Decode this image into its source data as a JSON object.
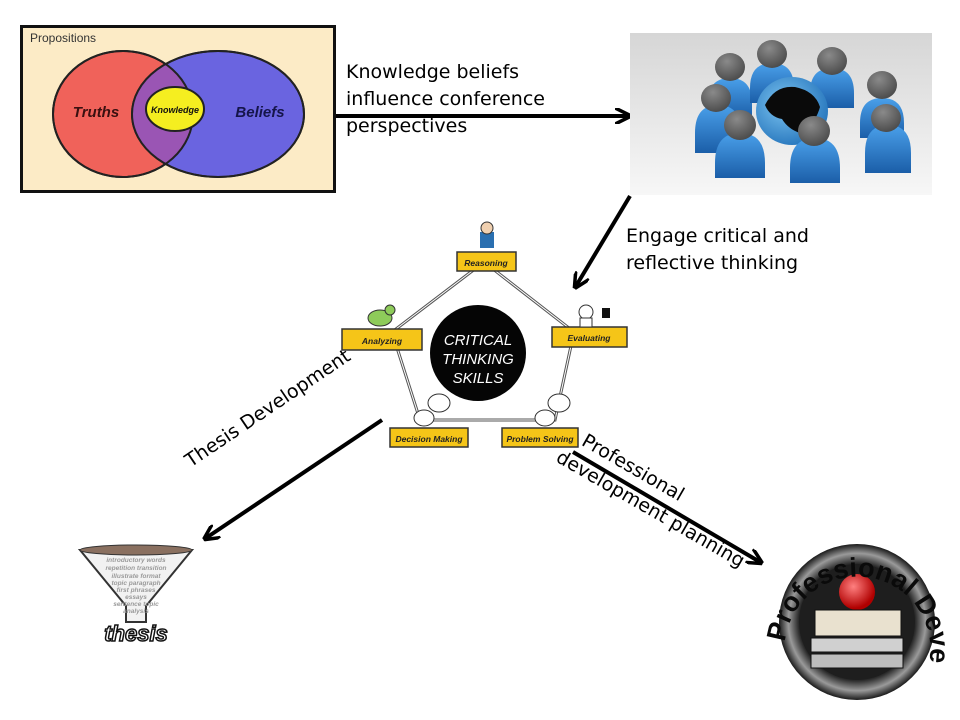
{
  "venn": {
    "frame_label": "Propositions",
    "left_label": "Truths",
    "right_label": "Beliefs",
    "center_label": "Knowledge",
    "colors": {
      "left": "#f0625a",
      "right": "#6a64e0",
      "overlap": "#9a55b4",
      "center": "#f5ee20",
      "background": "#fcebc6"
    }
  },
  "captions": {
    "top_arrow": [
      "Knowledge beliefs",
      "influence conference",
      "perspectives"
    ],
    "right_arrow": [
      "Engage critical and",
      "reflective thinking"
    ],
    "left_diagonal": "Thesis Development",
    "right_diagonal": [
      "Professional",
      "development planning"
    ]
  },
  "critical_thinking": {
    "center": [
      "CRITICAL",
      "THINKING",
      "SKILLS"
    ],
    "nodes": [
      "Reasoning",
      "Evaluating",
      "Problem Solving",
      "Decision Making",
      "Analyzing"
    ],
    "box_color": "#f5c518"
  },
  "thesis_funnel": {
    "words": [
      "introductory words",
      "repetition transition",
      "illustrate format",
      "topic paragraph",
      "first phrases",
      "essays",
      "sentence topic",
      "analysis"
    ],
    "label": "thesis"
  },
  "professional_development": {
    "label": "Professional Development"
  },
  "conference_image": {
    "people_color": "#2d7fd0",
    "head_color": "#6a6a6a"
  }
}
